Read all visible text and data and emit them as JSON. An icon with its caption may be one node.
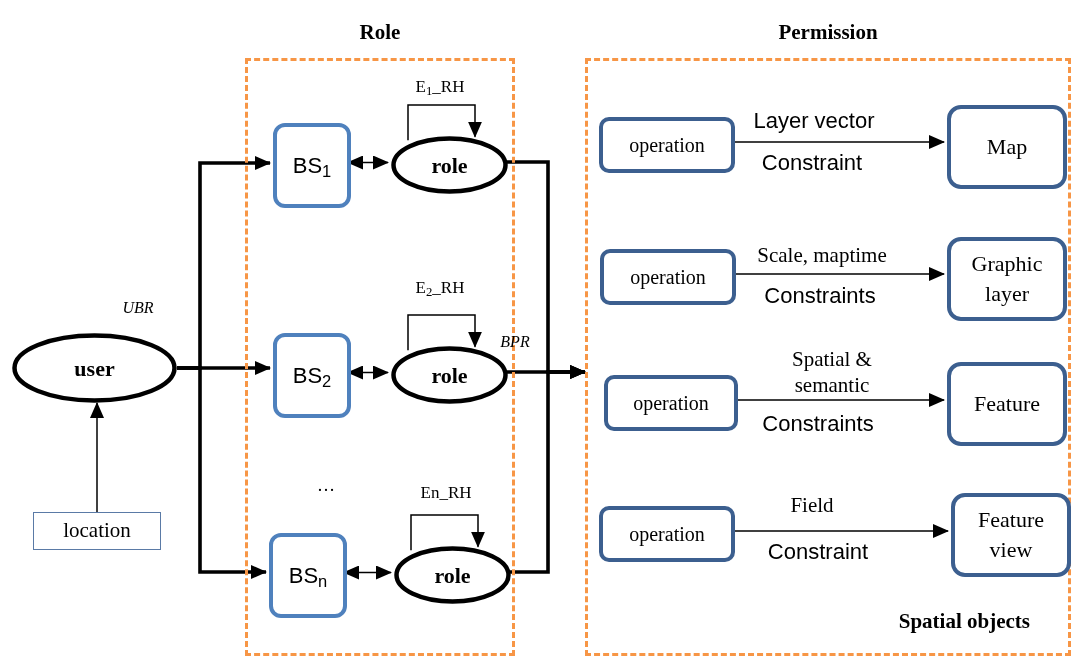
{
  "diagram": {
    "nodes": [
      {
        "text": [
          "Role"
        ]
      },
      {
        "text": [
          "Permission",
          "Spatial objects"
        ]
      },
      {
        "text": [
          "user"
        ]
      },
      {
        "text": [
          "location"
        ]
      },
      {
        "text": [
          "BS$_{1}$"
        ],
        "in": 0
      },
      {
        "text": [
          "role"
        ],
        "in": 0
      },
      {
        "text": [
          "BS$_{2}$"
        ],
        "in": 0
      },
      {
        "text": [
          "role"
        ],
        "in": 0
      },
      {
        "text": [
          "BS$_{n}$"
        ],
        "in": 0
      },
      {
        "text": [
          "role"
        ],
        "in": 0
      },
      {
        "text": [
          "operation"
        ],
        "in": 1
      },
      {
        "text": [
          "Map"
        ],
        "in": 1
      },
      {
        "text": [
          "operation"
        ],
        "in": 1
      },
      {
        "text": [
          "Graphic layer"
        ],
        "in": 1
      },
      {
        "text": [
          "operation"
        ],
        "in": 1
      },
      {
        "text": [
          "Feature"
        ],
        "in": 1
      },
      {
        "text": [
          "operation"
        ],
        "in": 1
      },
      {
        "text": [
          "Feature view"
        ],
        "in": 1
      }
    ],
    "edges": [
      {
        "from": 3,
        "to": 2,
        "arrow": "to"
      },
      {
        "from": 2,
        "to": 4,
        "arrow": "to",
        "style": "thick"
      },
      {
        "from": 2,
        "to": 6,
        "arrow": "to",
        "style": "thick"
      },
      {
        "from": 2,
        "to": 8,
        "arrow": "to",
        "style": "thick"
      },
      {
        "from": 4,
        "to": 5,
        "arrow": "both"
      },
      {
        "from": 6,
        "to": 7,
        "arrow": "both"
      },
      {
        "from": 8,
        "to": 9,
        "arrow": "both"
      },
      {
        "from": 5,
        "to": 5,
        "arrow": "to",
        "label": "E$_{1}$_RH"
      },
      {
        "from": 7,
        "to": 7,
        "arrow": "to",
        "label": "E$_{2}$_RH"
      },
      {
        "from": 9,
        "to": 9,
        "arrow": "to",
        "label": "En_RH"
      },
      {
        "from": 5,
        "to": 1,
        "arrow": "to",
        "style": "thick"
      },
      {
        "from": 7,
        "to": 1,
        "arrow": "to",
        "style": "thick"
      },
      {
        "from": 9,
        "to": 1,
        "arrow": "to",
        "style": "thick"
      },
      {
        "from": 10,
        "to": 11,
        "arrow": "to",
        "label": "Layer vector"
      },
      {
        "from": 12,
        "to": 13,
        "arrow": "to",
        "label": "Scale, maptime"
      },
      {
        "from": 14,
        "to": 15,
        "arrow": "to",
        "label": "Spatial & semantic"
      },
      {
        "from": 16,
        "to": 17,
        "arrow": "to",
        "label": "Field"
      }
    ],
    "labels": [
      "Constraint",
      "Constraints",
      "UBR",
      "BPR",
      "Constraints",
      "…",
      "Constraint"
    ]
  }
}
